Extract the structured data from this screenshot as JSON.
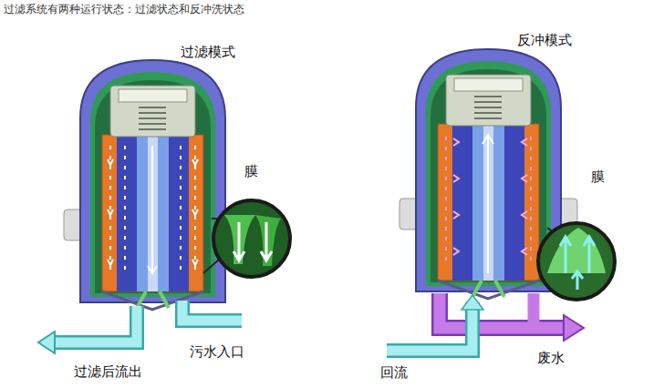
{
  "diagram": {
    "title": "过滤系统有两种运行状态：过滤状态和反冲洗状态",
    "labels": [
      "过滤模式",
      "膜",
      "污水入口",
      "过滤后流出",
      "反冲模式",
      "膜",
      "回流",
      "废水"
    ]
  }
}
